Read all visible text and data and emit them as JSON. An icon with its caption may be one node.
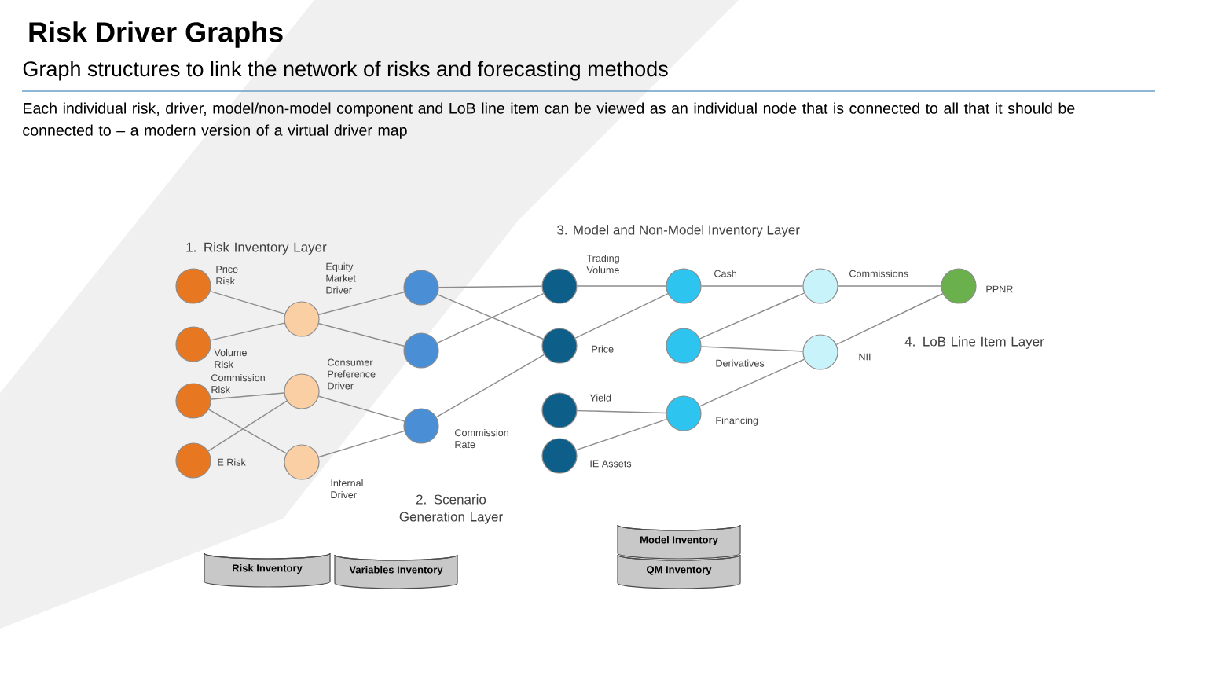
{
  "diagram": {
    "title": "Risk Driver Graphs",
    "nodes": [
      {
        "text": [],
        "shape": "circle",
        "beside": [
          "Price Risk"
        ]
      },
      {
        "text": [],
        "shape": "circle",
        "beside": [
          "Volume Risk"
        ]
      },
      {
        "text": [],
        "shape": "circle",
        "beside": [
          "Commission Risk"
        ]
      },
      {
        "text": [],
        "shape": "circle",
        "beside": [
          "E Risk"
        ]
      },
      {
        "text": [],
        "shape": "circle",
        "beside": [
          "Equity Market Driver"
        ]
      },
      {
        "text": [],
        "shape": "circle",
        "beside": [
          "Consumer Preference Driver"
        ]
      },
      {
        "text": [],
        "shape": "circle",
        "beside": [
          "Internal Driver"
        ]
      },
      {
        "text": [],
        "shape": "circle"
      },
      {
        "text": [],
        "shape": "circle"
      },
      {
        "text": [],
        "shape": "circle",
        "beside": [
          "Commission Rate"
        ]
      },
      {
        "text": [],
        "shape": "circle",
        "beside": [
          "Trading Volume"
        ]
      },
      {
        "text": [],
        "shape": "circle",
        "beside": [
          "Price"
        ]
      },
      {
        "text": [],
        "shape": "circle",
        "beside": [
          "Yield"
        ]
      },
      {
        "text": [],
        "shape": "circle",
        "beside": [
          "IE Assets"
        ]
      },
      {
        "text": [],
        "shape": "circle",
        "beside": [
          "Cash"
        ]
      },
      {
        "text": [],
        "shape": "circle",
        "beside": [
          "Derivatives"
        ]
      },
      {
        "text": [],
        "shape": "circle",
        "beside": [
          "Financing"
        ]
      },
      {
        "text": [],
        "shape": "circle",
        "beside": [
          "Commissions"
        ]
      },
      {
        "text": [],
        "shape": "circle",
        "beside": [
          "NII"
        ]
      },
      {
        "text": [],
        "shape": "circle",
        "beside": [
          "PPNR"
        ]
      },
      {
        "text": [
          "Risk Inventory"
        ]
      },
      {
        "text": [
          "Variables Inventory"
        ]
      },
      {
        "text": [
          "Model Inventory"
        ]
      },
      {
        "text": [
          "QM Inventory"
        ]
      }
    ],
    "edges": [
      {
        "from": 0,
        "to": 4,
        "arrow": "none"
      },
      {
        "from": 1,
        "to": 4,
        "arrow": "none"
      },
      {
        "from": 2,
        "to": 5,
        "arrow": "none"
      },
      {
        "from": 2,
        "to": 6,
        "arrow": "none"
      },
      {
        "from": 3,
        "to": 5,
        "arrow": "none"
      },
      {
        "from": 4,
        "to": 7,
        "arrow": "none"
      },
      {
        "from": 4,
        "to": 8,
        "arrow": "none"
      },
      {
        "from": 5,
        "to": 9,
        "arrow": "none"
      },
      {
        "from": 6,
        "to": 9,
        "arrow": "none"
      },
      {
        "from": 7,
        "to": 10,
        "arrow": "none"
      },
      {
        "from": 7,
        "to": 11,
        "arrow": "none"
      },
      {
        "from": 8,
        "to": 10,
        "arrow": "none"
      },
      {
        "from": 9,
        "to": 11,
        "arrow": "none"
      },
      {
        "from": 10,
        "to": 14,
        "arrow": "none"
      },
      {
        "from": 11,
        "to": 14,
        "arrow": "none"
      },
      {
        "from": 12,
        "to": 16,
        "arrow": "none"
      },
      {
        "from": 13,
        "to": 16,
        "arrow": "none"
      },
      {
        "from": 14,
        "to": 17,
        "arrow": "none"
      },
      {
        "from": 15,
        "to": 17,
        "arrow": "none"
      },
      {
        "from": 15,
        "to": 18,
        "arrow": "none"
      },
      {
        "from": 16,
        "to": 18,
        "arrow": "none"
      },
      {
        "from": 17,
        "to": 19,
        "arrow": "none"
      },
      {
        "from": 18,
        "to": 19,
        "arrow": "none"
      }
    ],
    "labels": [
      "Graph structures to link the network of risks and forecasting methods",
      "Each individual risk, driver, model/non-model component and LoB line item can be viewed as an individual node that is connected to all that it should be connected to – a modern version of a virtual driver map",
      "1. Risk Inventory Layer",
      "2. Scenario Generation Layer",
      "3. Model and Non-Model Inventory Layer",
      "4. LoB Line Item Layer"
    ]
  }
}
